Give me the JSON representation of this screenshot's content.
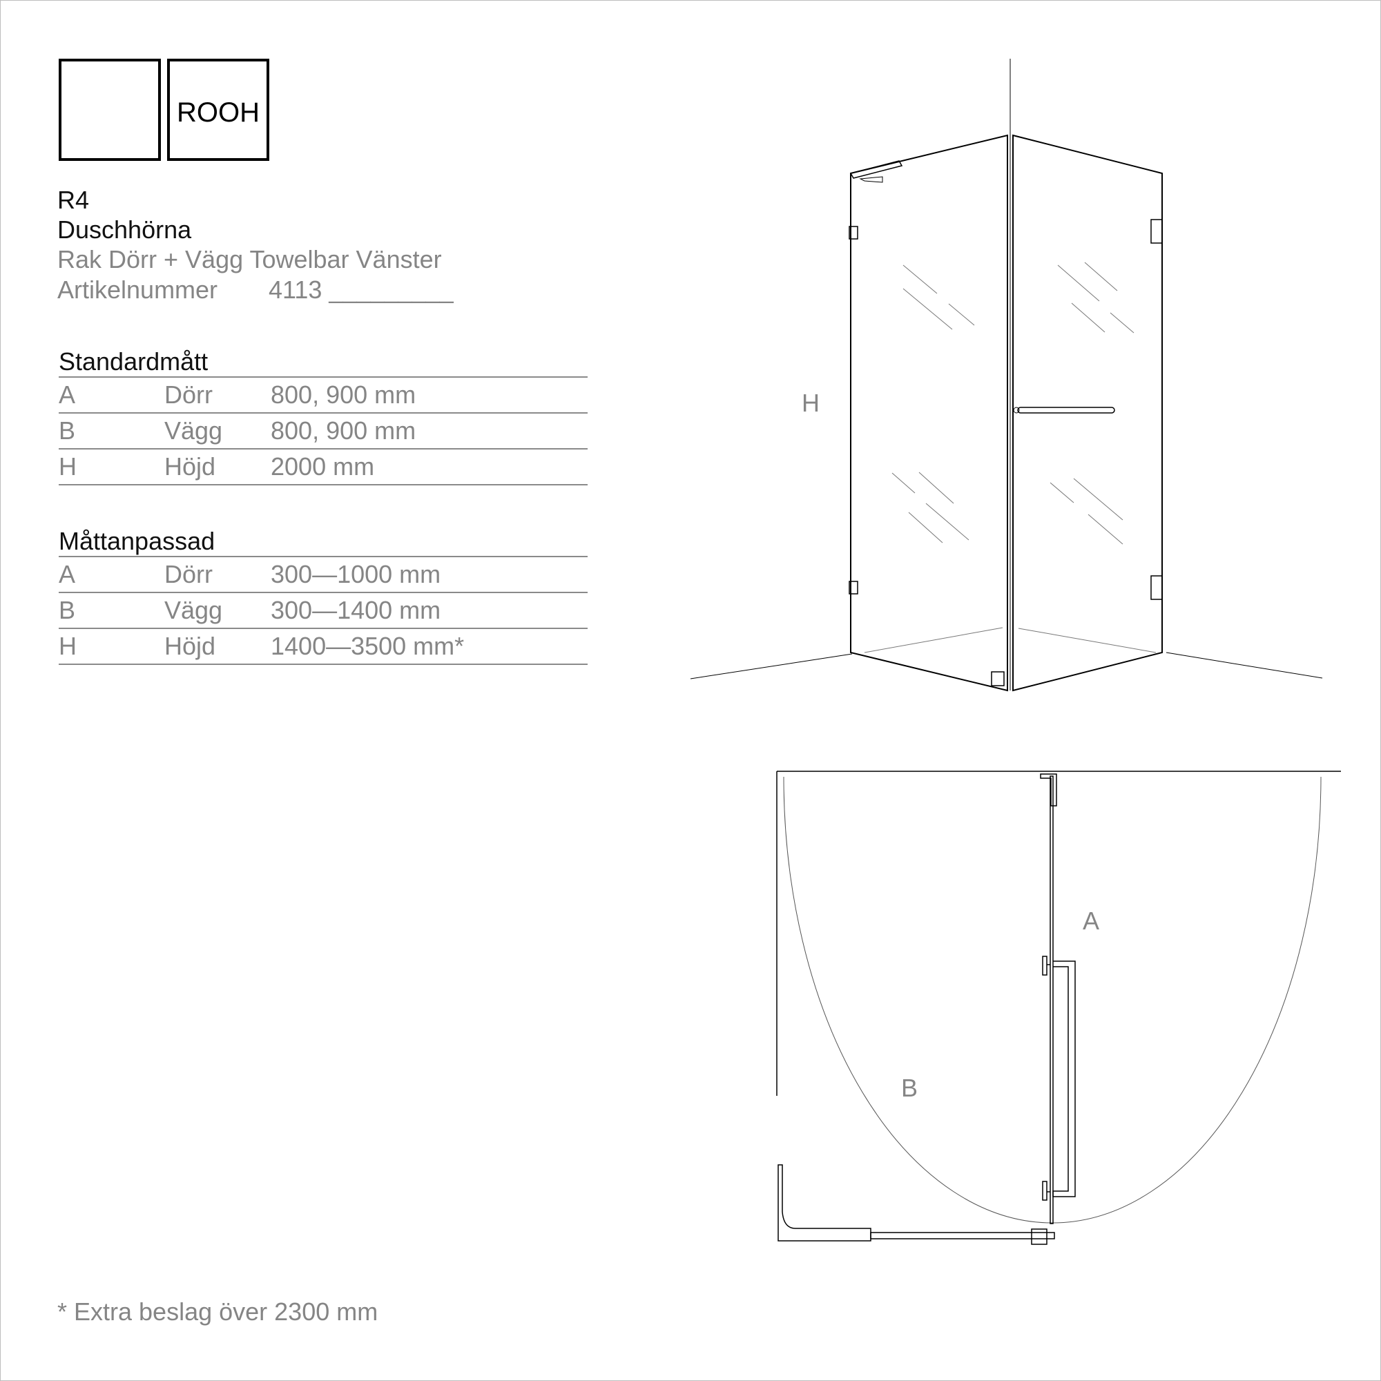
{
  "logo": {
    "brand": "ROOH"
  },
  "product": {
    "model": "R4",
    "category": "Duschhörna",
    "variant": "Rak Dörr + Vägg Towelbar Vänster",
    "article_label": "Artikelnummer",
    "article_number": "4113 _________"
  },
  "standard": {
    "title": "Standardmått",
    "rows": [
      {
        "code": "A",
        "name": "Dörr",
        "value": "800, 900 mm"
      },
      {
        "code": "B",
        "name": "Vägg",
        "value": "800, 900 mm"
      },
      {
        "code": "H",
        "name": "Höjd",
        "value": "2000 mm"
      }
    ]
  },
  "custom": {
    "title": "Måttanpassad",
    "rows": [
      {
        "code": "A",
        "name": "Dörr",
        "value": "300—1000 mm"
      },
      {
        "code": "B",
        "name": "Vägg",
        "value": "300—1400 mm"
      },
      {
        "code": "H",
        "name": "Höjd",
        "value": "1400—3500 mm*"
      }
    ]
  },
  "footnote": "* Extra beslag över 2300 mm",
  "drawing_labels": {
    "height": "H",
    "door": "A",
    "wall": "B"
  },
  "colors": {
    "text": "#111111",
    "muted": "#858585",
    "line": "#000000"
  }
}
